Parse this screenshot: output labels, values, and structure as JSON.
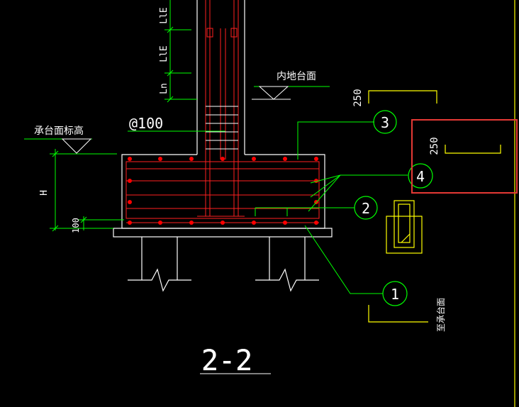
{
  "labels": {
    "lle_top": "LlE",
    "lle_mid": "LlE",
    "ln": "Ln",
    "spacing": "@100",
    "inner_floor": "内地台面",
    "cap_elev": "承台面标高",
    "h": "H",
    "cover": "100",
    "section": "2-2",
    "dim_250_top": "250",
    "dim_250_boxed": "250",
    "to_cap_top": "至承台面"
  },
  "callouts": [
    "3",
    "4",
    "2",
    "1"
  ],
  "colors": {
    "background": "#000000",
    "concrete": "#ffffff",
    "rebar": "#ff2020",
    "dots": "#ff0000",
    "leader": "#00ff00",
    "dim": "#00ff00",
    "detail": "#ffff00",
    "text": "#ffffff",
    "highlight": "#e53935",
    "border": "#ffff00"
  }
}
